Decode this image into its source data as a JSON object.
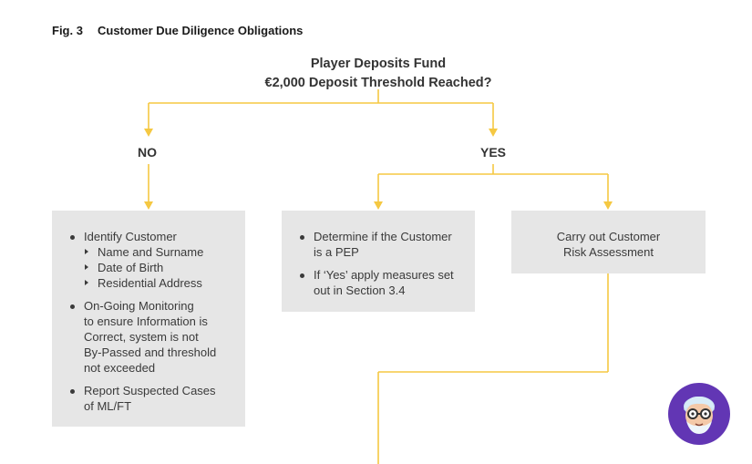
{
  "figure": {
    "label": "Fig. 3",
    "title": "Customer Due Diligence Obligations"
  },
  "header": {
    "line1": "Player Deposits Fund",
    "line2": "€2,000 Deposit Threshold Reached?"
  },
  "branches": {
    "no": "NO",
    "yes": "YES"
  },
  "no_box": {
    "identify": "Identify Customer",
    "sub_items": [
      "Name and Surname",
      "Date of Birth",
      "Residential Address"
    ],
    "monitoring": [
      "On-Going Monitoring",
      "to ensure Information is",
      "Correct, system is not",
      "By-Passed and threshold",
      "not exceeded"
    ],
    "report": [
      "Report Suspected Cases",
      "of ML/FT"
    ]
  },
  "pep_box": {
    "item1": [
      "Determine if the Customer",
      "is a PEP"
    ],
    "item2": [
      "If ‘Yes’ apply measures set",
      "out in Section 3.4"
    ]
  },
  "risk_box": {
    "text": [
      "Carry out Customer",
      "Risk Assessment"
    ]
  },
  "colors": {
    "connector": "#f5c842",
    "box": "#e6e6e6",
    "logo": "#6236b4"
  },
  "icons": [
    "bullet-dot",
    "sub-arrow",
    "mascot-logo"
  ]
}
